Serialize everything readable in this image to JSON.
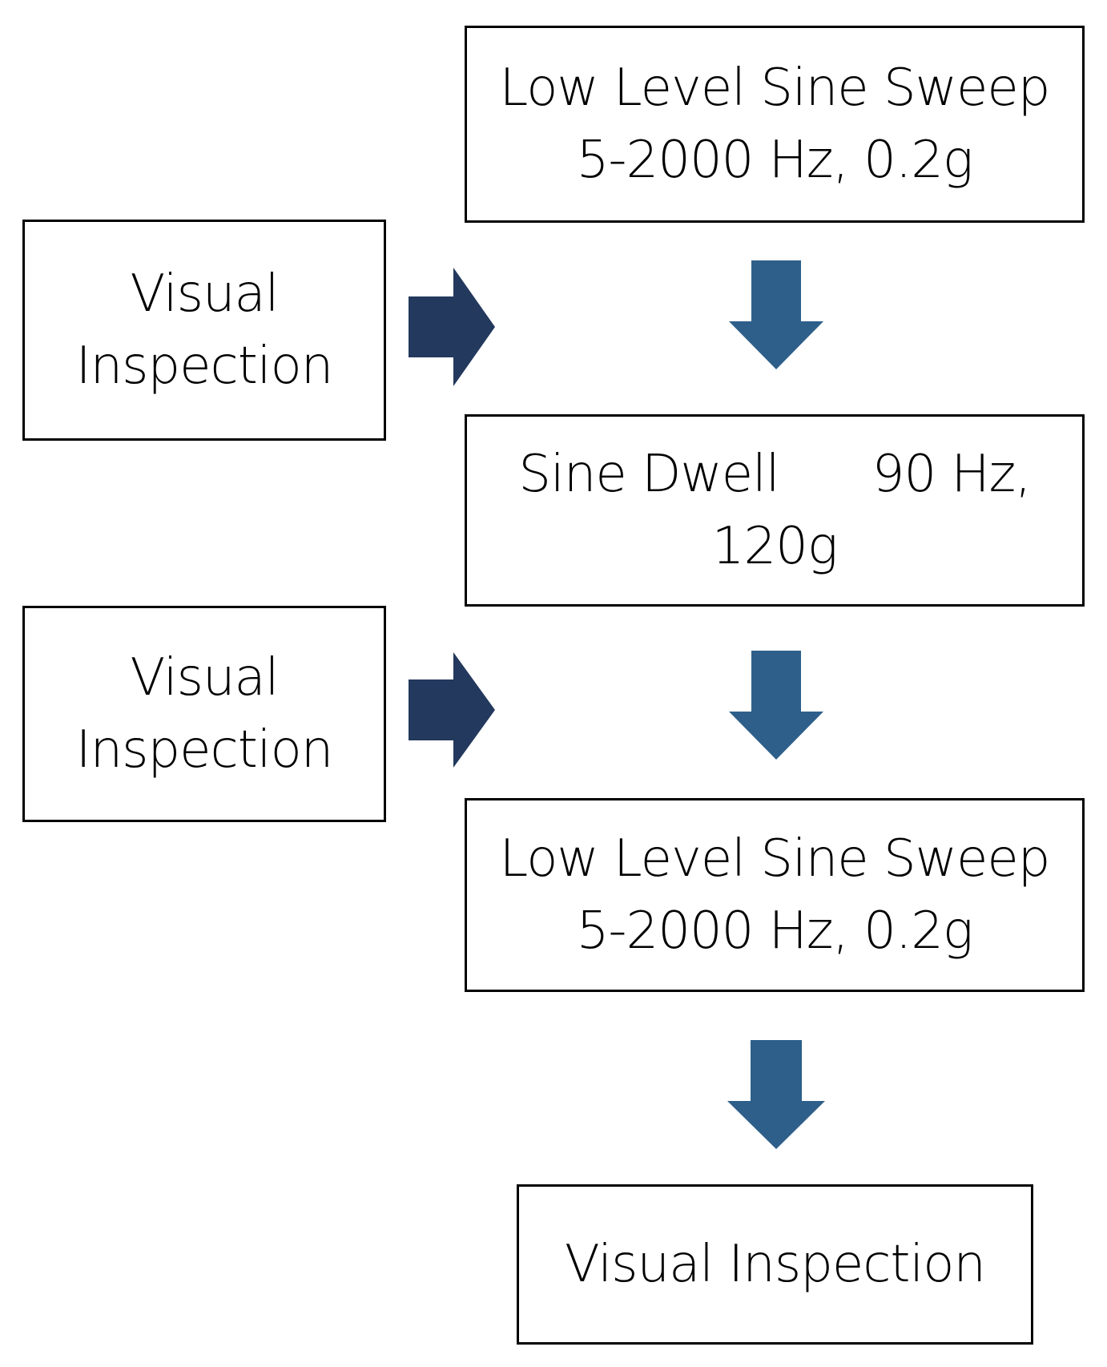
{
  "colors": {
    "arrow_down": "#2E5F8A",
    "arrow_right": "#23395D",
    "box_border": "#000000"
  },
  "steps": [
    {
      "line1": "Low Level Sine Sweep",
      "line2": "5-2000 Hz, 0.2g"
    },
    {
      "line1": "Sine Dwell      90 Hz,",
      "line2": "120g"
    },
    {
      "line1": "Low Level Sine Sweep",
      "line2": "5-2000 Hz, 0.2g"
    },
    {
      "line1": "Visual Inspection"
    }
  ],
  "side_notes": [
    {
      "line1": "Visual",
      "line2": "Inspection"
    },
    {
      "line1": "Visual",
      "line2": "Inspection"
    }
  ],
  "icons": {
    "down": "arrow-down-icon",
    "right": "arrow-right-icon"
  }
}
